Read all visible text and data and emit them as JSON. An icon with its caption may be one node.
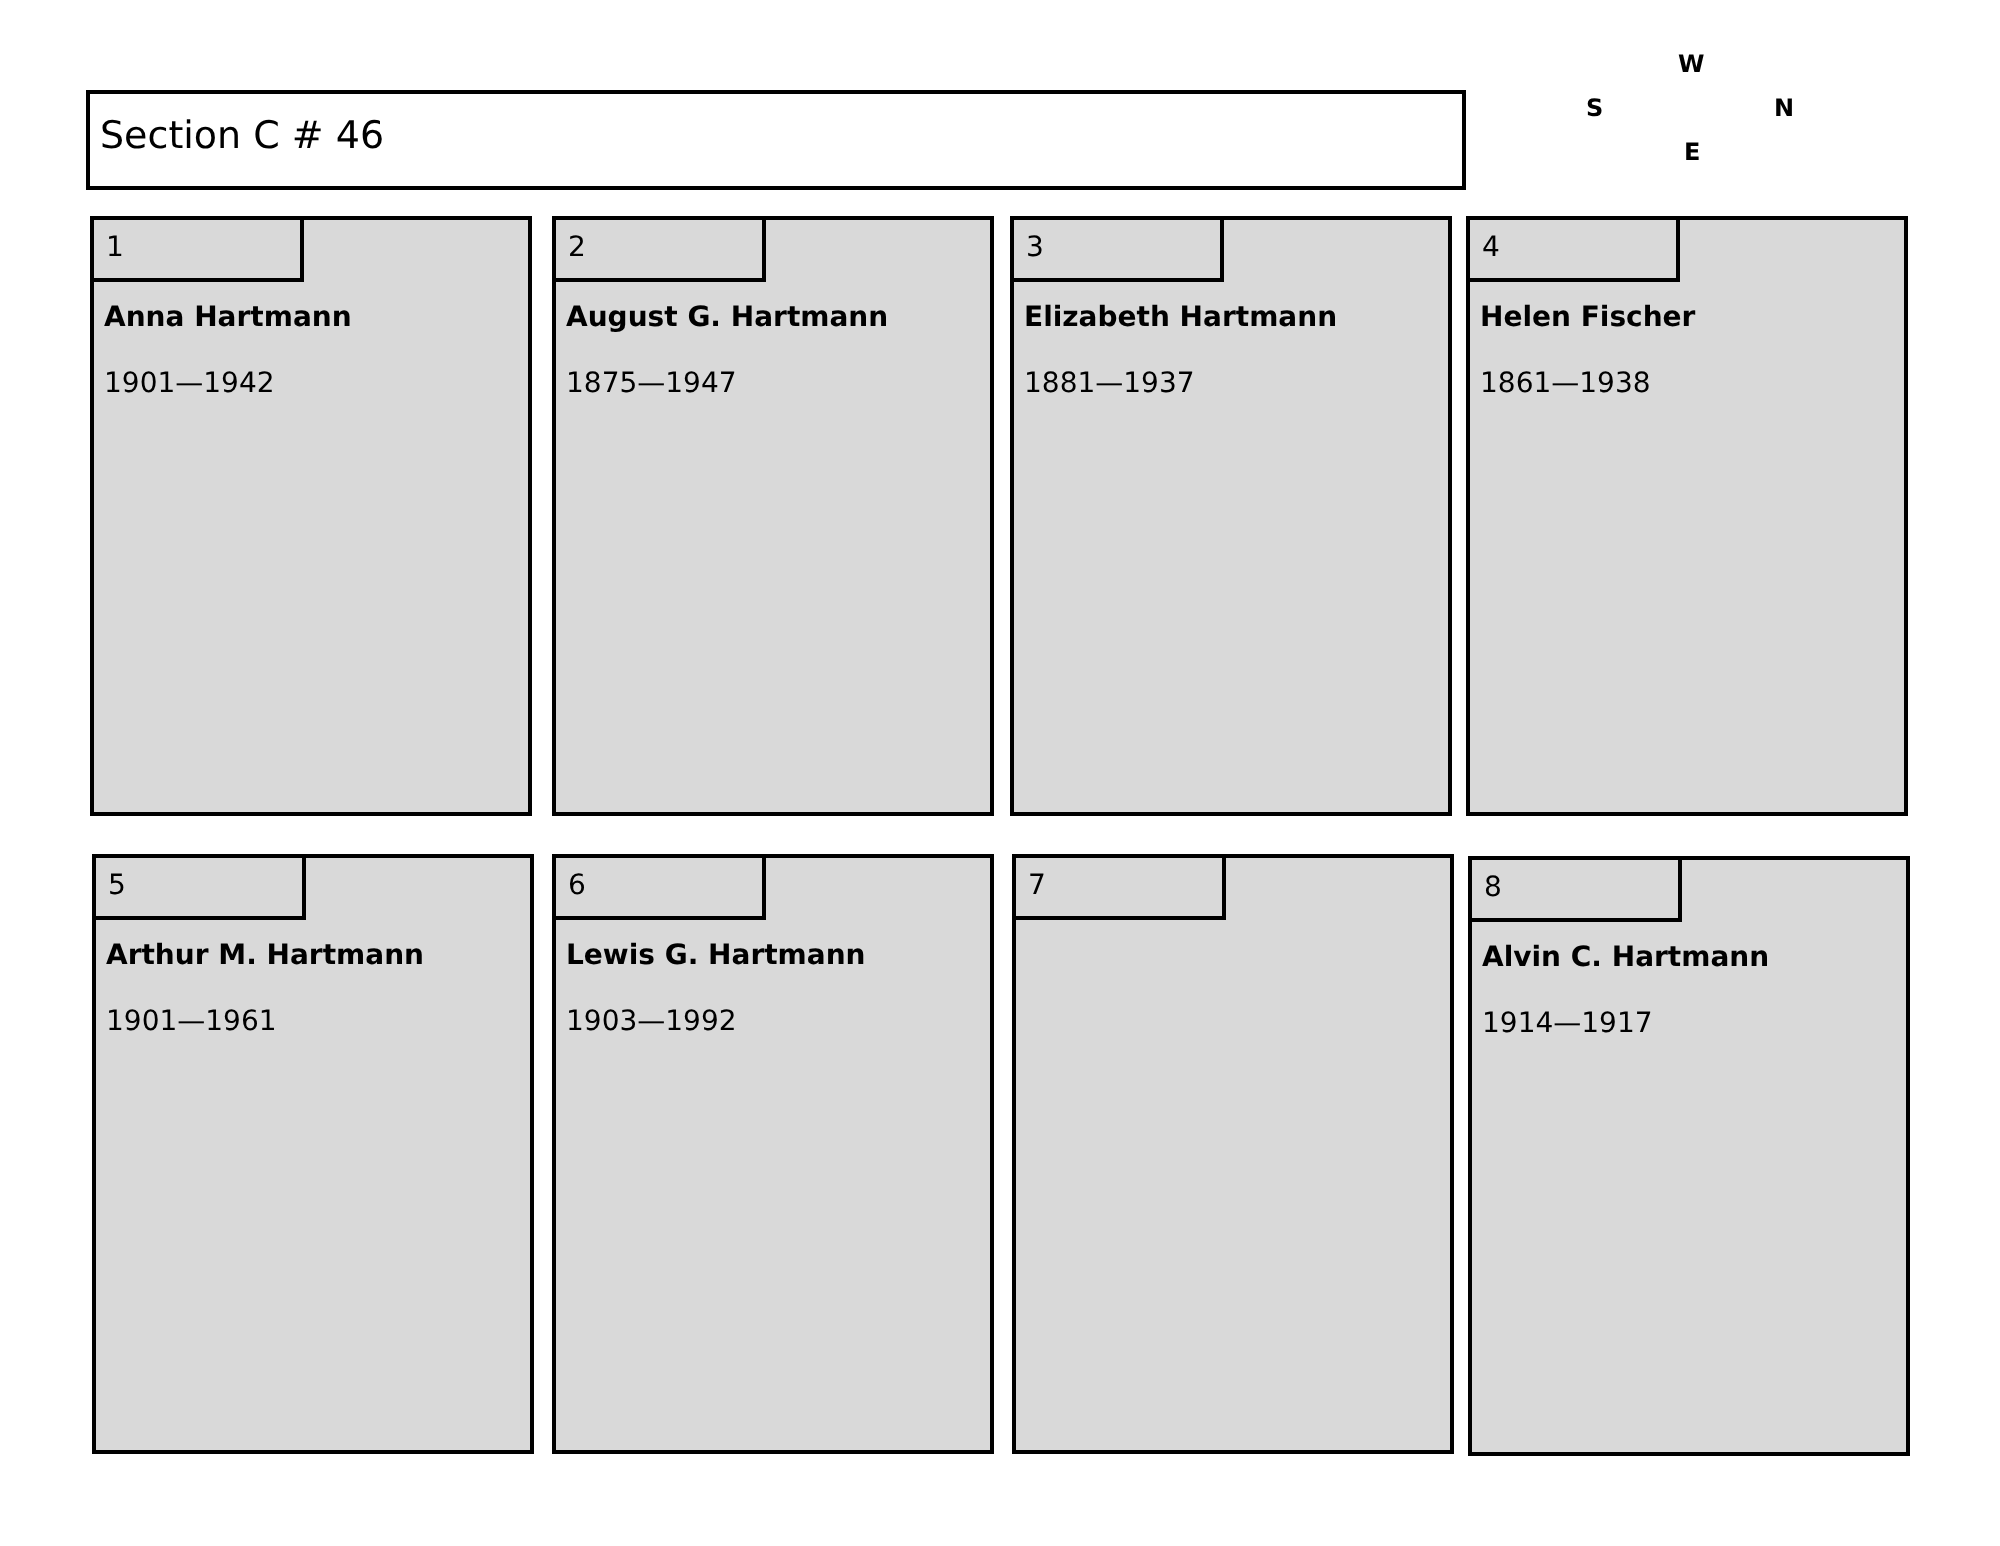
{
  "diagram": {
    "nodes": [
      {
        "text": [
          "Section C # 46"
        ]
      },
      {
        "text": [
          "Anna Hartmann",
          "1901—1942"
        ]
      },
      {
        "text": [
          "1"
        ],
        "in": 1
      },
      {
        "text": [
          "August G. Hartmann",
          "1875—1947"
        ]
      },
      {
        "text": [
          "2"
        ],
        "in": 3
      },
      {
        "text": [
          "Elizabeth Hartmann",
          "1881—1937"
        ]
      },
      {
        "text": [
          "3"
        ],
        "in": 5
      },
      {
        "text": [
          "Helen Fischer",
          "1861—1938"
        ]
      },
      {
        "text": [
          "4"
        ],
        "in": 7
      },
      {
        "text": [
          "Arthur M. Hartmann",
          "1901—1961"
        ]
      },
      {
        "text": [
          "5"
        ],
        "in": 9
      },
      {
        "text": [
          "Lewis G. Hartmann",
          "1903—1992"
        ]
      },
      {
        "text": [
          "6"
        ],
        "in": 11
      },
      {
        "text": [],
        "shape": "box"
      },
      {
        "text": [
          "7"
        ],
        "in": 13
      },
      {
        "text": [
          "Alvin C. Hartmann",
          "1914—1917"
        ]
      },
      {
        "text": [
          "8"
        ],
        "in": 15
      }
    ],
    "edges": [],
    "labels": [
      "W",
      "S",
      "N",
      "E"
    ]
  }
}
